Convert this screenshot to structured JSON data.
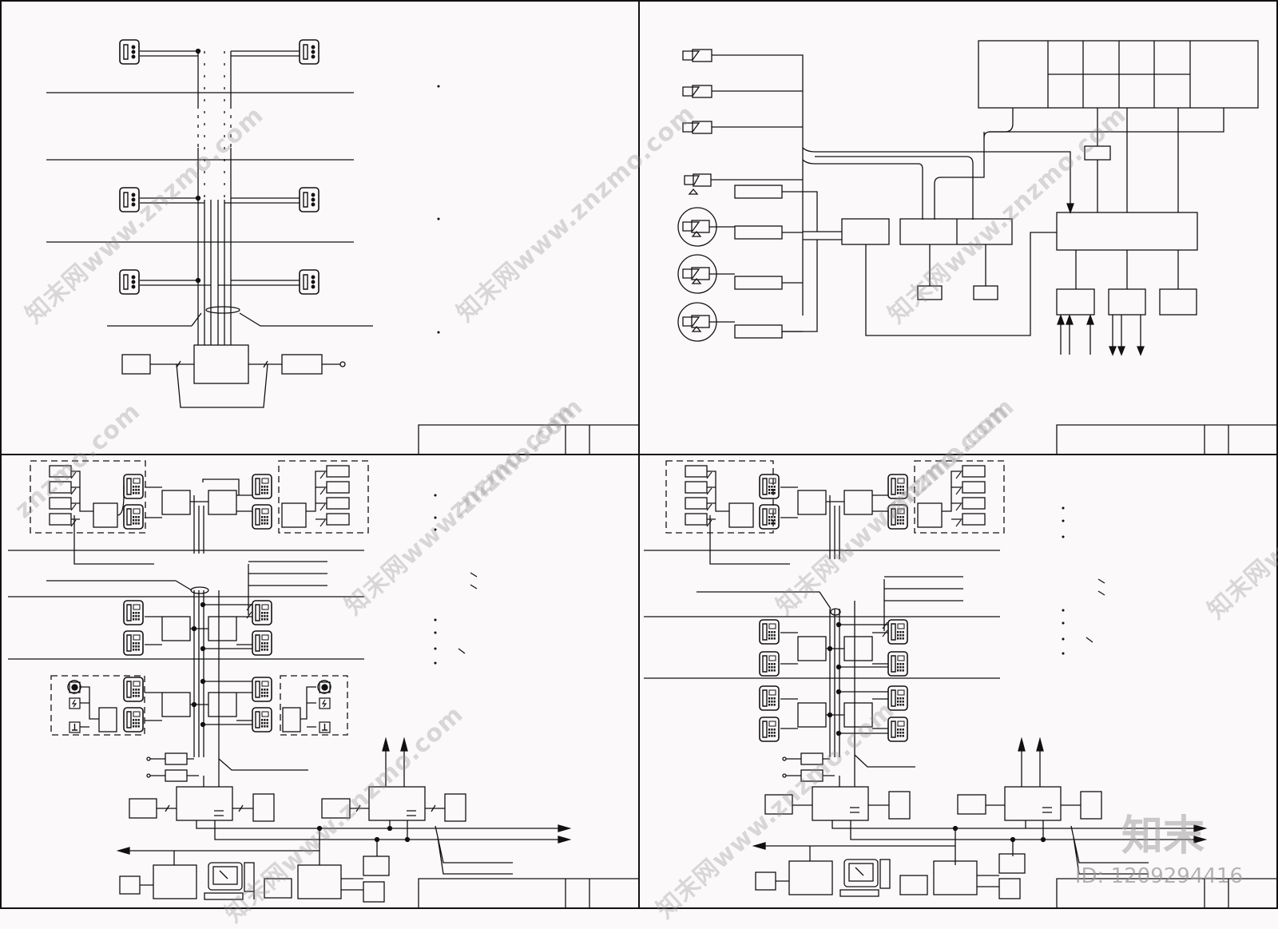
{
  "watermark": {
    "repeated_text": "知末网www.znzmo.com",
    "partial_text": "znzmo.com",
    "brand": "知末",
    "id_label": "ID: 1209294416"
  },
  "panels": [
    {
      "name": "intercom-riser-diagram-top-left",
      "stations_per_floor": 2,
      "floors": 3
    },
    {
      "name": "broadcast-system-diagram-top-right"
    },
    {
      "name": "intercom-access-system-bottom-left"
    },
    {
      "name": "intercom-access-system-bottom-right"
    }
  ]
}
